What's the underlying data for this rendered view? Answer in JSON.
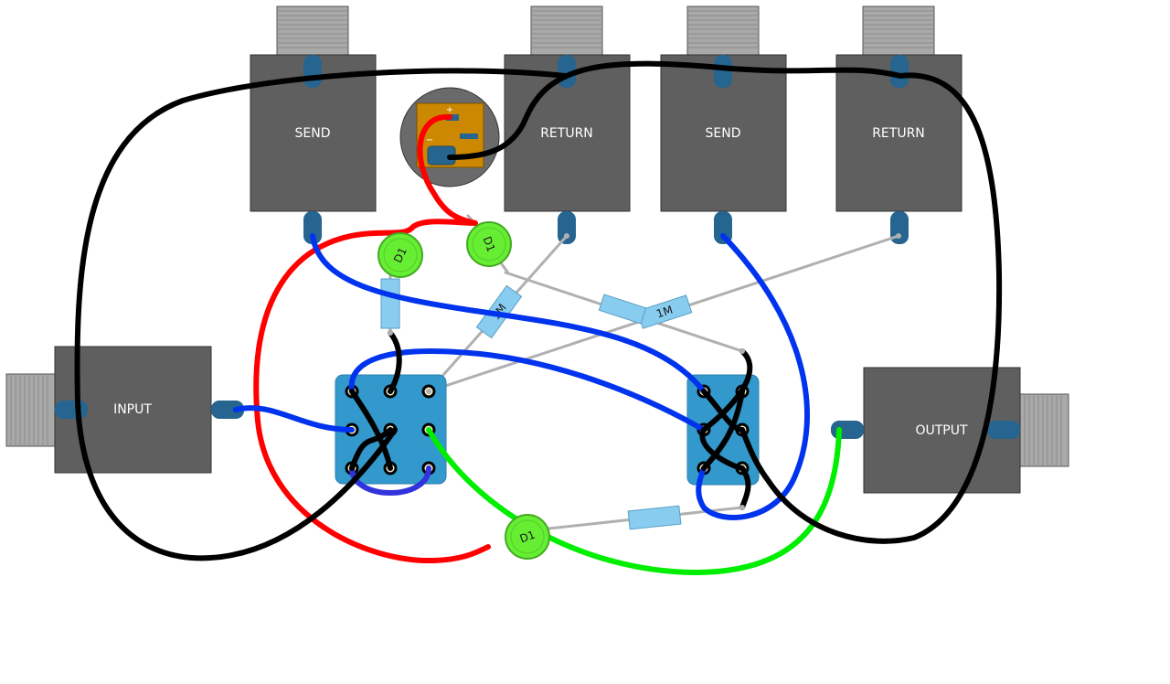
{
  "colors": {
    "jack_body": "#5f5f5f",
    "jack_lug": "#25658f",
    "thread": "#a9a9a9",
    "switch_body": "#3399cc",
    "switch_pin": "#f3f0c8",
    "led": "#66ee33",
    "resistor": "#88ccf0",
    "dc_board": "#cc8800",
    "wire_black": "#000000",
    "wire_red": "#ff0000",
    "wire_blue": "#0033ee",
    "wire_green": "#00ee00",
    "wire_violet": "#3333dd",
    "lead": "#c8c8c8"
  },
  "jacks": {
    "send_a": {
      "label": "SEND"
    },
    "return_a": {
      "label": "RETURN"
    },
    "send_b": {
      "label": "SEND"
    },
    "return_b": {
      "label": "RETURN"
    },
    "input": {
      "label": "INPUT"
    },
    "output": {
      "label": "OUTPUT"
    }
  },
  "dc_jack": {
    "plus_label": "+",
    "minus_label": "−"
  },
  "leds": [
    {
      "label": "D1"
    },
    {
      "label": "D1"
    },
    {
      "label": "D1"
    }
  ],
  "resistors": [
    {
      "label": "1M"
    },
    {
      "label": "1M"
    },
    {
      "label": ""
    },
    {
      "label": ""
    },
    {
      "label": ""
    }
  ],
  "icons": {
    "switch_a": "3pdt-footswitch-icon",
    "switch_b": "dpdt-footswitch-icon"
  }
}
